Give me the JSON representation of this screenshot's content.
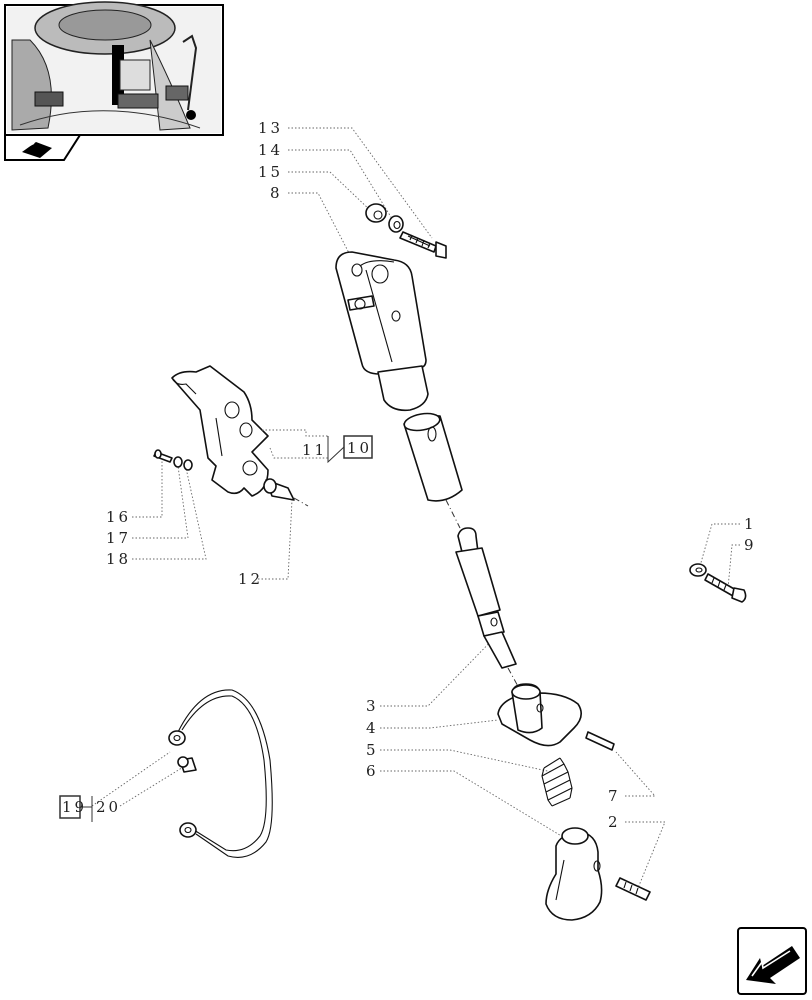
{
  "diagram": {
    "callouts": [
      {
        "id": "c13",
        "text": "13"
      },
      {
        "id": "c14",
        "text": "14"
      },
      {
        "id": "c15",
        "text": "15"
      },
      {
        "id": "c8",
        "text": "8"
      },
      {
        "id": "c11",
        "text": "11"
      },
      {
        "id": "c10",
        "text": "10"
      },
      {
        "id": "c16",
        "text": "16"
      },
      {
        "id": "c17",
        "text": "17"
      },
      {
        "id": "c18",
        "text": "18"
      },
      {
        "id": "c12",
        "text": "12"
      },
      {
        "id": "c1",
        "text": "1"
      },
      {
        "id": "c9",
        "text": "9"
      },
      {
        "id": "c3",
        "text": "3"
      },
      {
        "id": "c4",
        "text": "4"
      },
      {
        "id": "c5",
        "text": "5"
      },
      {
        "id": "c6",
        "text": "6"
      },
      {
        "id": "c7",
        "text": "7"
      },
      {
        "id": "c2",
        "text": "2"
      },
      {
        "id": "c19",
        "text": "19"
      },
      {
        "id": "c20",
        "text": "20"
      }
    ]
  }
}
